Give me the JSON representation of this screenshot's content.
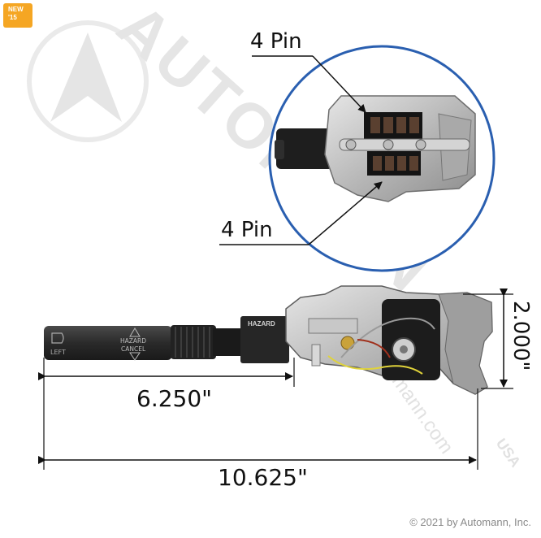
{
  "badge": {
    "line1": "NEW",
    "line2": "'15"
  },
  "watermark": {
    "brand": "AUTOMANN",
    "url": "automann.com",
    "suffix": "USA"
  },
  "callout": {
    "top_label": "4 Pin",
    "bottom_label": "4 Pin"
  },
  "switch": {
    "lever_text1": "HAZARD",
    "lever_text2": "CANCEL",
    "lever_left": "LEFT",
    "collar_text": "HAZARD"
  },
  "dimensions": {
    "width_short": "6.250\"",
    "width_total": "10.625\"",
    "height": "2.000\""
  },
  "footer": {
    "copyright": "© 2021 by Automann, Inc."
  },
  "colors": {
    "callout_circle": "#2a5fb0",
    "badge": "#f5a623",
    "watermark": "#d9d9d9"
  }
}
